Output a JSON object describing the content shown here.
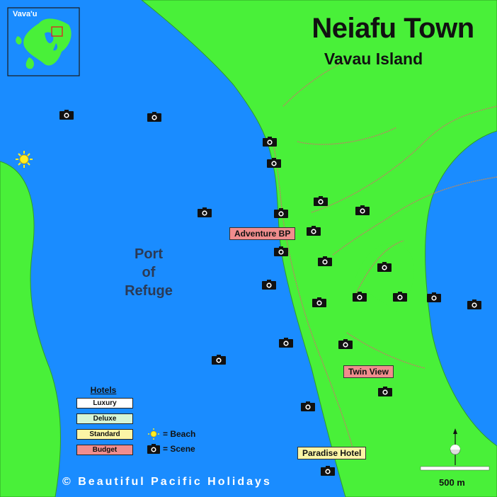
{
  "map": {
    "title": "Neiafu Town",
    "subtitle": "Vavau Island",
    "water_label": [
      "Port",
      "of",
      "Refuge"
    ],
    "inset_label": "Vava'u",
    "hotels": [
      {
        "name": "Adventure BP",
        "category": "budget"
      },
      {
        "name": "Twin View",
        "category": "budget"
      },
      {
        "name": "Paradise Hotel",
        "category": "standard"
      }
    ],
    "legend": {
      "title": "Hotels",
      "items": [
        {
          "label": "Luxury",
          "color": "#ffffff"
        },
        {
          "label": "Deluxe",
          "color": "#d6f5d6"
        },
        {
          "label": "Standard",
          "color": "#fbf5a6"
        },
        {
          "label": "Budget",
          "color": "#f08d8d"
        }
      ],
      "beach_label": "= Beach",
      "scene_label": "= Scene"
    },
    "scale_label": "500 m",
    "copyright": "©  Beautiful Pacific Holidays",
    "colors": {
      "water": "#1a8cff",
      "land": "#49f039",
      "road": "#b58a63",
      "budget": "#f08d8d",
      "standard": "#fbf5a6"
    },
    "icons": [
      "camera-icon",
      "sun-icon",
      "north-arrow-icon"
    ]
  }
}
